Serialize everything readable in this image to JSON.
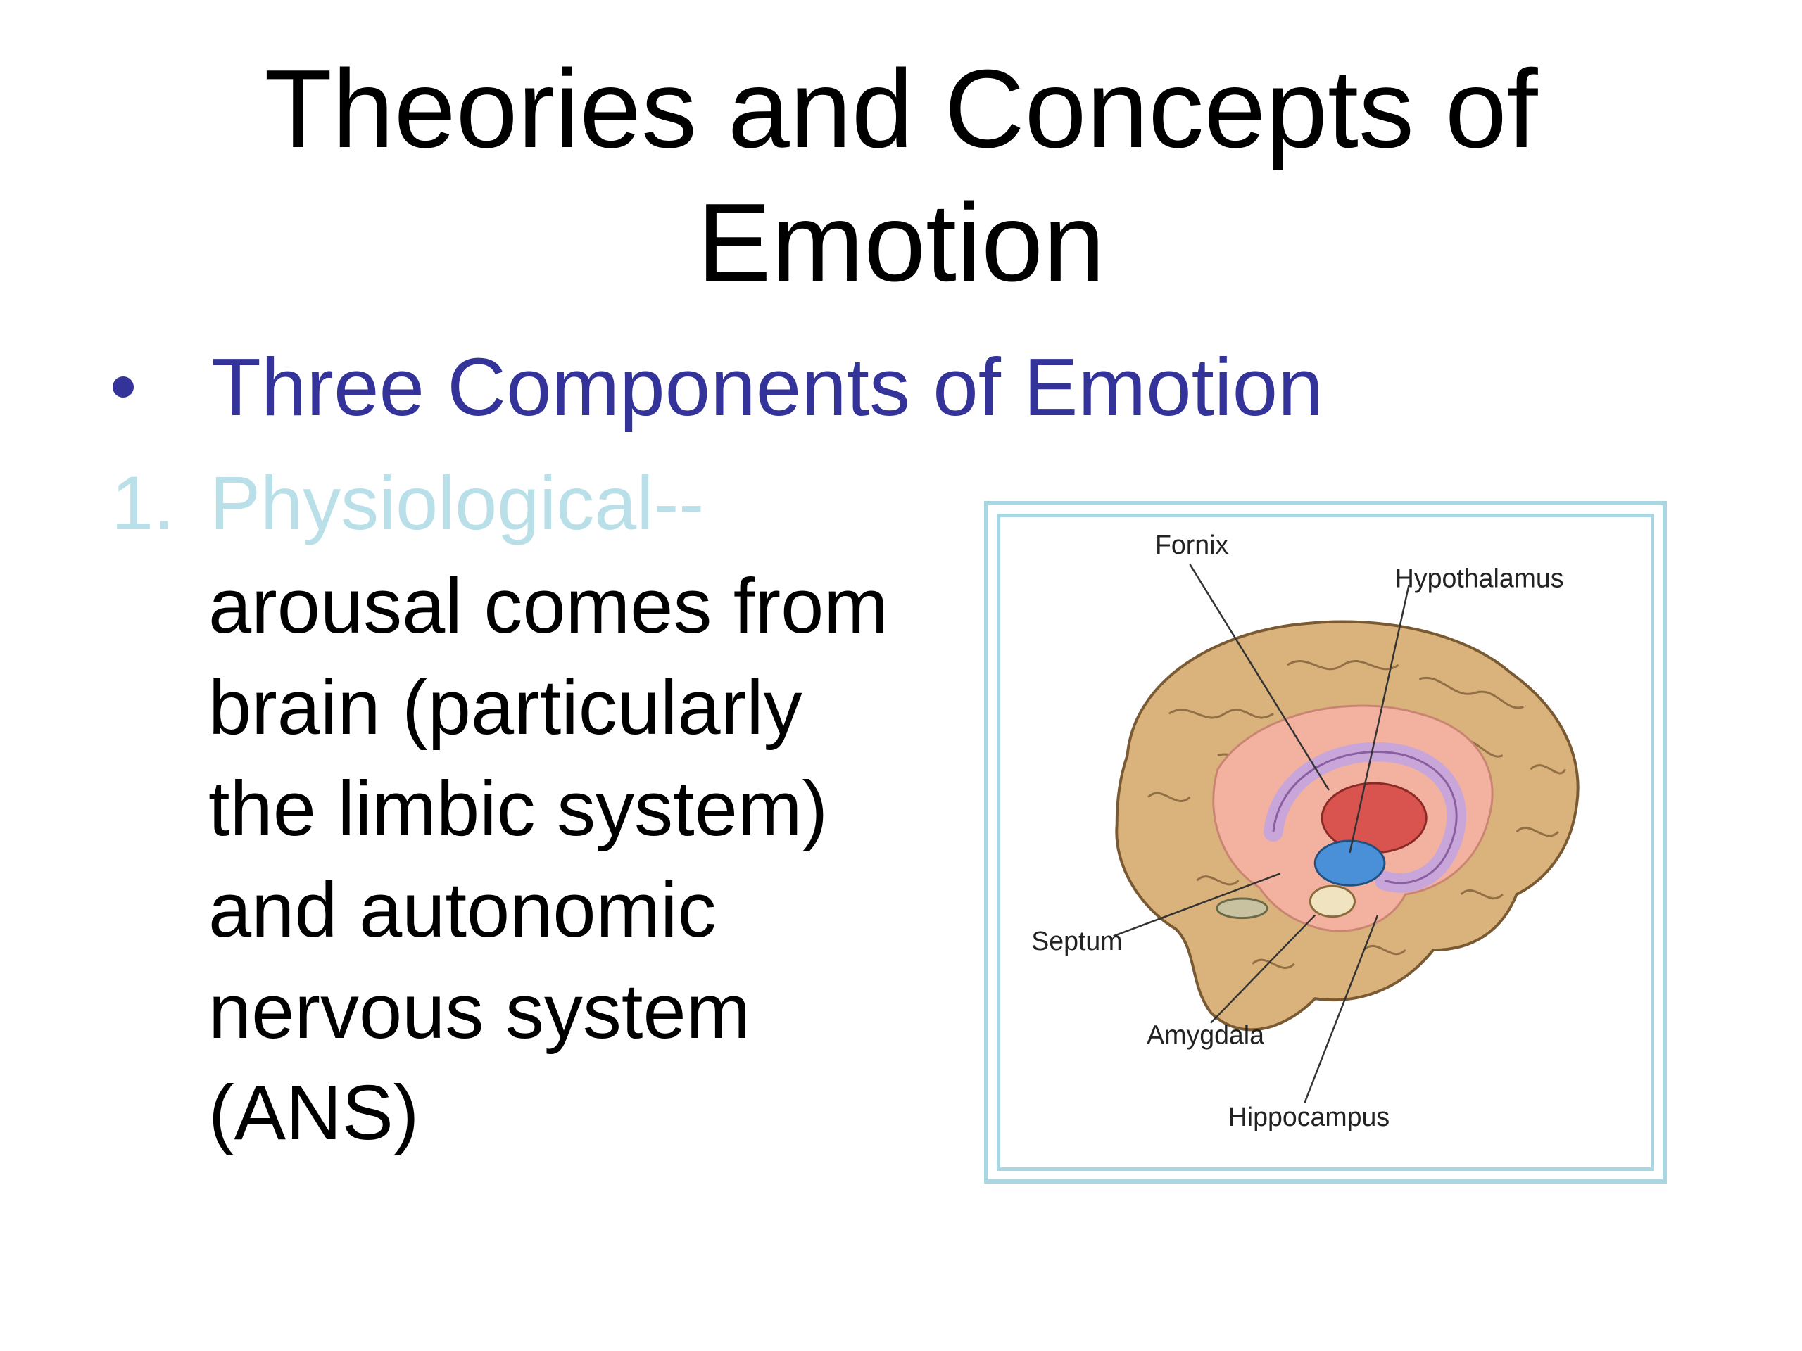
{
  "slide": {
    "title_line1": "Theories and Concepts of",
    "title_line2": "Emotion",
    "bullet": "Three Components of Emotion",
    "item_number": "1.",
    "item_label": "Physiological--",
    "body_lines": [
      "arousal comes from",
      "brain (particularly",
      "the limbic system)",
      "and autonomic",
      "nervous system",
      "(ANS)"
    ]
  },
  "figure": {
    "labels": {
      "fornix": "Fornix",
      "hypothalamus": "Hypothalamus",
      "septum": "Septum",
      "amygdala": "Amygdala",
      "hippocampus": "Hippocampus"
    }
  },
  "colors": {
    "title": "#000000",
    "bullet": "#333399",
    "numbered_label": "#b9e0e8",
    "frame": "#a9d6e0",
    "brain_tan": "#d9b27c",
    "limbic_pink": "#f3b2a0",
    "thalamus_red": "#d9534f",
    "hypothalamus_blue": "#4a90d9",
    "fornix_purple": "#c9a6d9"
  }
}
